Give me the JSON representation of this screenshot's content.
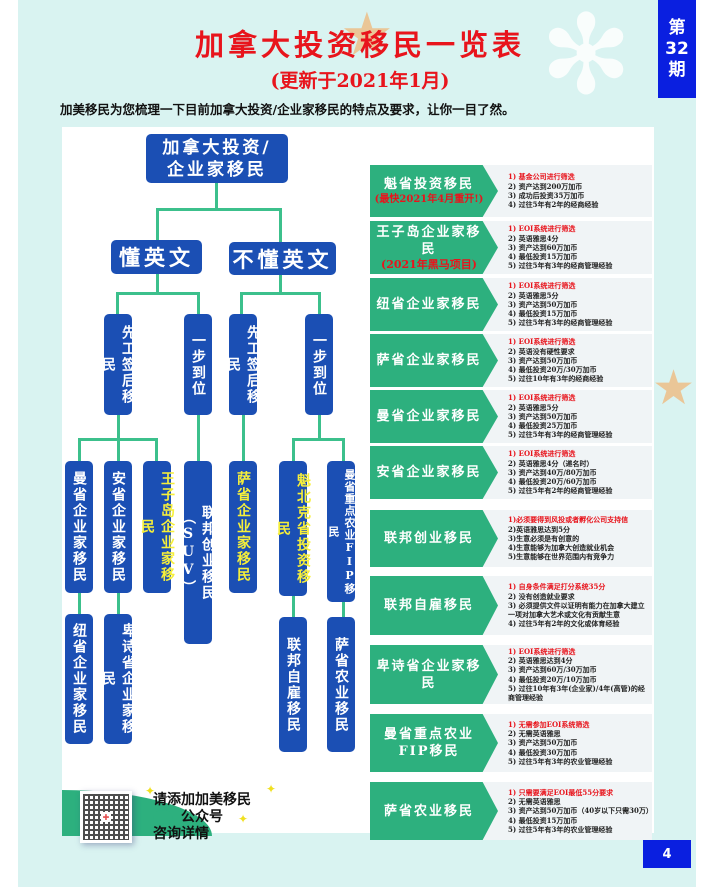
{
  "header": {
    "title": "加拿大投资移民一览表",
    "subtitle": "(更新于2021年1月)",
    "intro": "加美移民为您梳理一下目前加拿大投资/企业家移民的特点及要求，让你一目了然。",
    "issue_badge": [
      "第",
      "32",
      "期"
    ],
    "page_number": "4"
  },
  "tree": {
    "root": [
      "加拿大投资/",
      "企业家移民"
    ],
    "branches": [
      {
        "label": "懂英文",
        "groups": [
          {
            "label": "先工签后移民",
            "children": [
              {
                "label": "曼省企业家移民",
                "child": "纽省企业家移民",
                "highlight": false
              },
              {
                "label": "安省企业家移民",
                "child": "卑诗省企业家移民",
                "highlight": false
              },
              {
                "label": "王子岛企业家移民",
                "highlight": true
              }
            ]
          },
          {
            "label": "一步到位",
            "children": [
              {
                "label": "联邦创业移民（SUV）",
                "highlight": false
              }
            ]
          }
        ]
      },
      {
        "label": "不懂英文",
        "groups": [
          {
            "label": "先工签后移民",
            "children": [
              {
                "label": "萨省企业家移民",
                "highlight": true
              }
            ]
          },
          {
            "label": "一步到位",
            "children": [
              {
                "label": "魁北克省投资移民",
                "child": "联邦自雇移民",
                "highlight": true
              },
              {
                "label": "曼省重点农业FIP移民",
                "child": "萨省农业移民",
                "highlight": false
              }
            ]
          }
        ]
      }
    ]
  },
  "programs": [
    {
      "name": "魁省投资移民",
      "note": "(最快2021年4月重开!)",
      "requirements": [
        "1) 基金公司进行筛选",
        "2) 资产达到200万加币",
        "3) 成功后投资35万加币",
        "4) 过往5年有2年的经商经验"
      ]
    },
    {
      "name": "王子岛企业家移民",
      "note": "(2021年黑马项目)",
      "requirements": [
        "1) EOI系统进行筛选",
        "2) 英语雅思4分",
        "3) 资产达到60万加币",
        "4) 最低投资15万加币",
        "5) 过往5年有3年的经商管理经验"
      ]
    },
    {
      "name": "纽省企业家移民",
      "note": "",
      "requirements": [
        "1) EOI系统进行筛选",
        "2) 英语雅思5分",
        "3) 资产达到50万加币",
        "4) 最低投资15万加币",
        "5) 过往5年有3年的经商管理经验"
      ]
    },
    {
      "name": "萨省企业家移民",
      "note": "",
      "requirements": [
        "1) EOI系统进行筛选",
        "2) 英语没有硬性要求",
        "3) 资产达到50万加币",
        "4) 最低投资20万/30万加币",
        "5) 过往10年有3年的经商经验"
      ]
    },
    {
      "name": "曼省企业家移民",
      "note": "",
      "requirements": [
        "1) EOI系统进行筛选",
        "2) 英语雅思5分",
        "3) 资产达到50万加币",
        "4) 最低投资25万加币",
        "5) 过往5年有3年的经商管理经验"
      ]
    },
    {
      "name": "安省企业家移民",
      "note": "",
      "requirements": [
        "1) EOI系统进行筛选",
        "2) 英语雅思4分（递名时）",
        "3) 资产达到40万/80万加币",
        "4) 最低投资20万/60万加币",
        "5) 过往5年有2年的经商管理经验"
      ]
    },
    {
      "name": "联邦创业移民",
      "note": "",
      "requirements": [
        "1)必须要得到风投或者孵化公司支持信",
        "2)英语雅思达到5分",
        "3)生意必须是有创意的",
        "4)生意能够为加拿大创造就业机会",
        "5)生意能够在世界范围内有竞争力"
      ]
    },
    {
      "name": "联邦自雇移民",
      "note": "",
      "requirements": [
        "1) 自身条件满足打分系统35分",
        "2) 没有创造就业要求",
        "3) 必须提供文件以证明有能力在加拿大建立一项对加拿大艺术或文化有贡献生意",
        "4) 过往5年有2年的文化或体育经验"
      ]
    },
    {
      "name": "卑诗省企业家移民",
      "note": "",
      "requirements": [
        "1) EOI系统进行筛选",
        "2) 英语雅思达到4分",
        "3) 资产达到60万/30万加币",
        "4) 最低投资20万/10万加币",
        "5) 过往10年有3年(企业家)/4年(高管)的经商管理经验"
      ]
    },
    {
      "name": "曼省重点农业FIP移民",
      "note": "",
      "requirements": [
        "1) 无需参加EOI系统筛选",
        "2) 无需英语雅思",
        "3) 资产达到50万加币",
        "4) 最低投资30万加币",
        "5) 过往5年有3年的农业管理经验"
      ]
    },
    {
      "name": "萨省农业移民",
      "note": "",
      "requirements": [
        "1) 只需要满足EOI最低55分要求",
        "2) 无需英语雅思",
        "3) 资产达到50万加币（40岁以下只需30万）",
        "4) 最低投资15万加币",
        "5) 过往5年有3年的农业管理经验"
      ]
    }
  ],
  "footer": {
    "cta_line1": "请添加加美移民",
    "cta_line2": "公众号",
    "cta_line3": "咨询详情",
    "qr_icon": "qr-code-icon",
    "wechat_icon": "wechat-icon"
  },
  "colors": {
    "title_red": "#e8141c",
    "node_blue": "#1b4fb4",
    "connector_green": "#3cc08c",
    "arrow_green": "#2db07e",
    "badge_blue": "#0a1fe0",
    "highlight_yellow": "#f6ef3a",
    "background_mint": "#d9f3f1"
  }
}
